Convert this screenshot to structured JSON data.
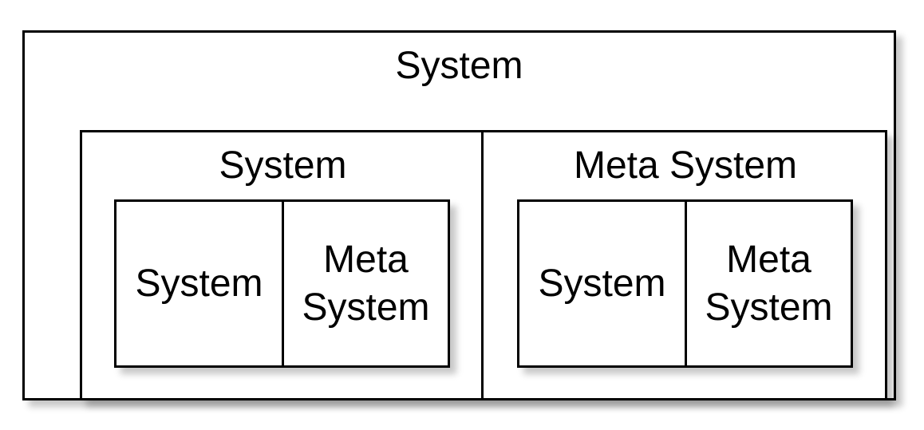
{
  "diagram": {
    "outer": {
      "label": "System"
    },
    "left": {
      "label": "System",
      "inner": {
        "left_label": "System",
        "right_label": "Meta\nSystem"
      }
    },
    "right": {
      "label": "Meta System",
      "inner": {
        "left_label": "System",
        "right_label": "Meta\nSystem"
      }
    },
    "colors": {
      "stroke": "#000000",
      "fill": "#ffffff"
    }
  }
}
